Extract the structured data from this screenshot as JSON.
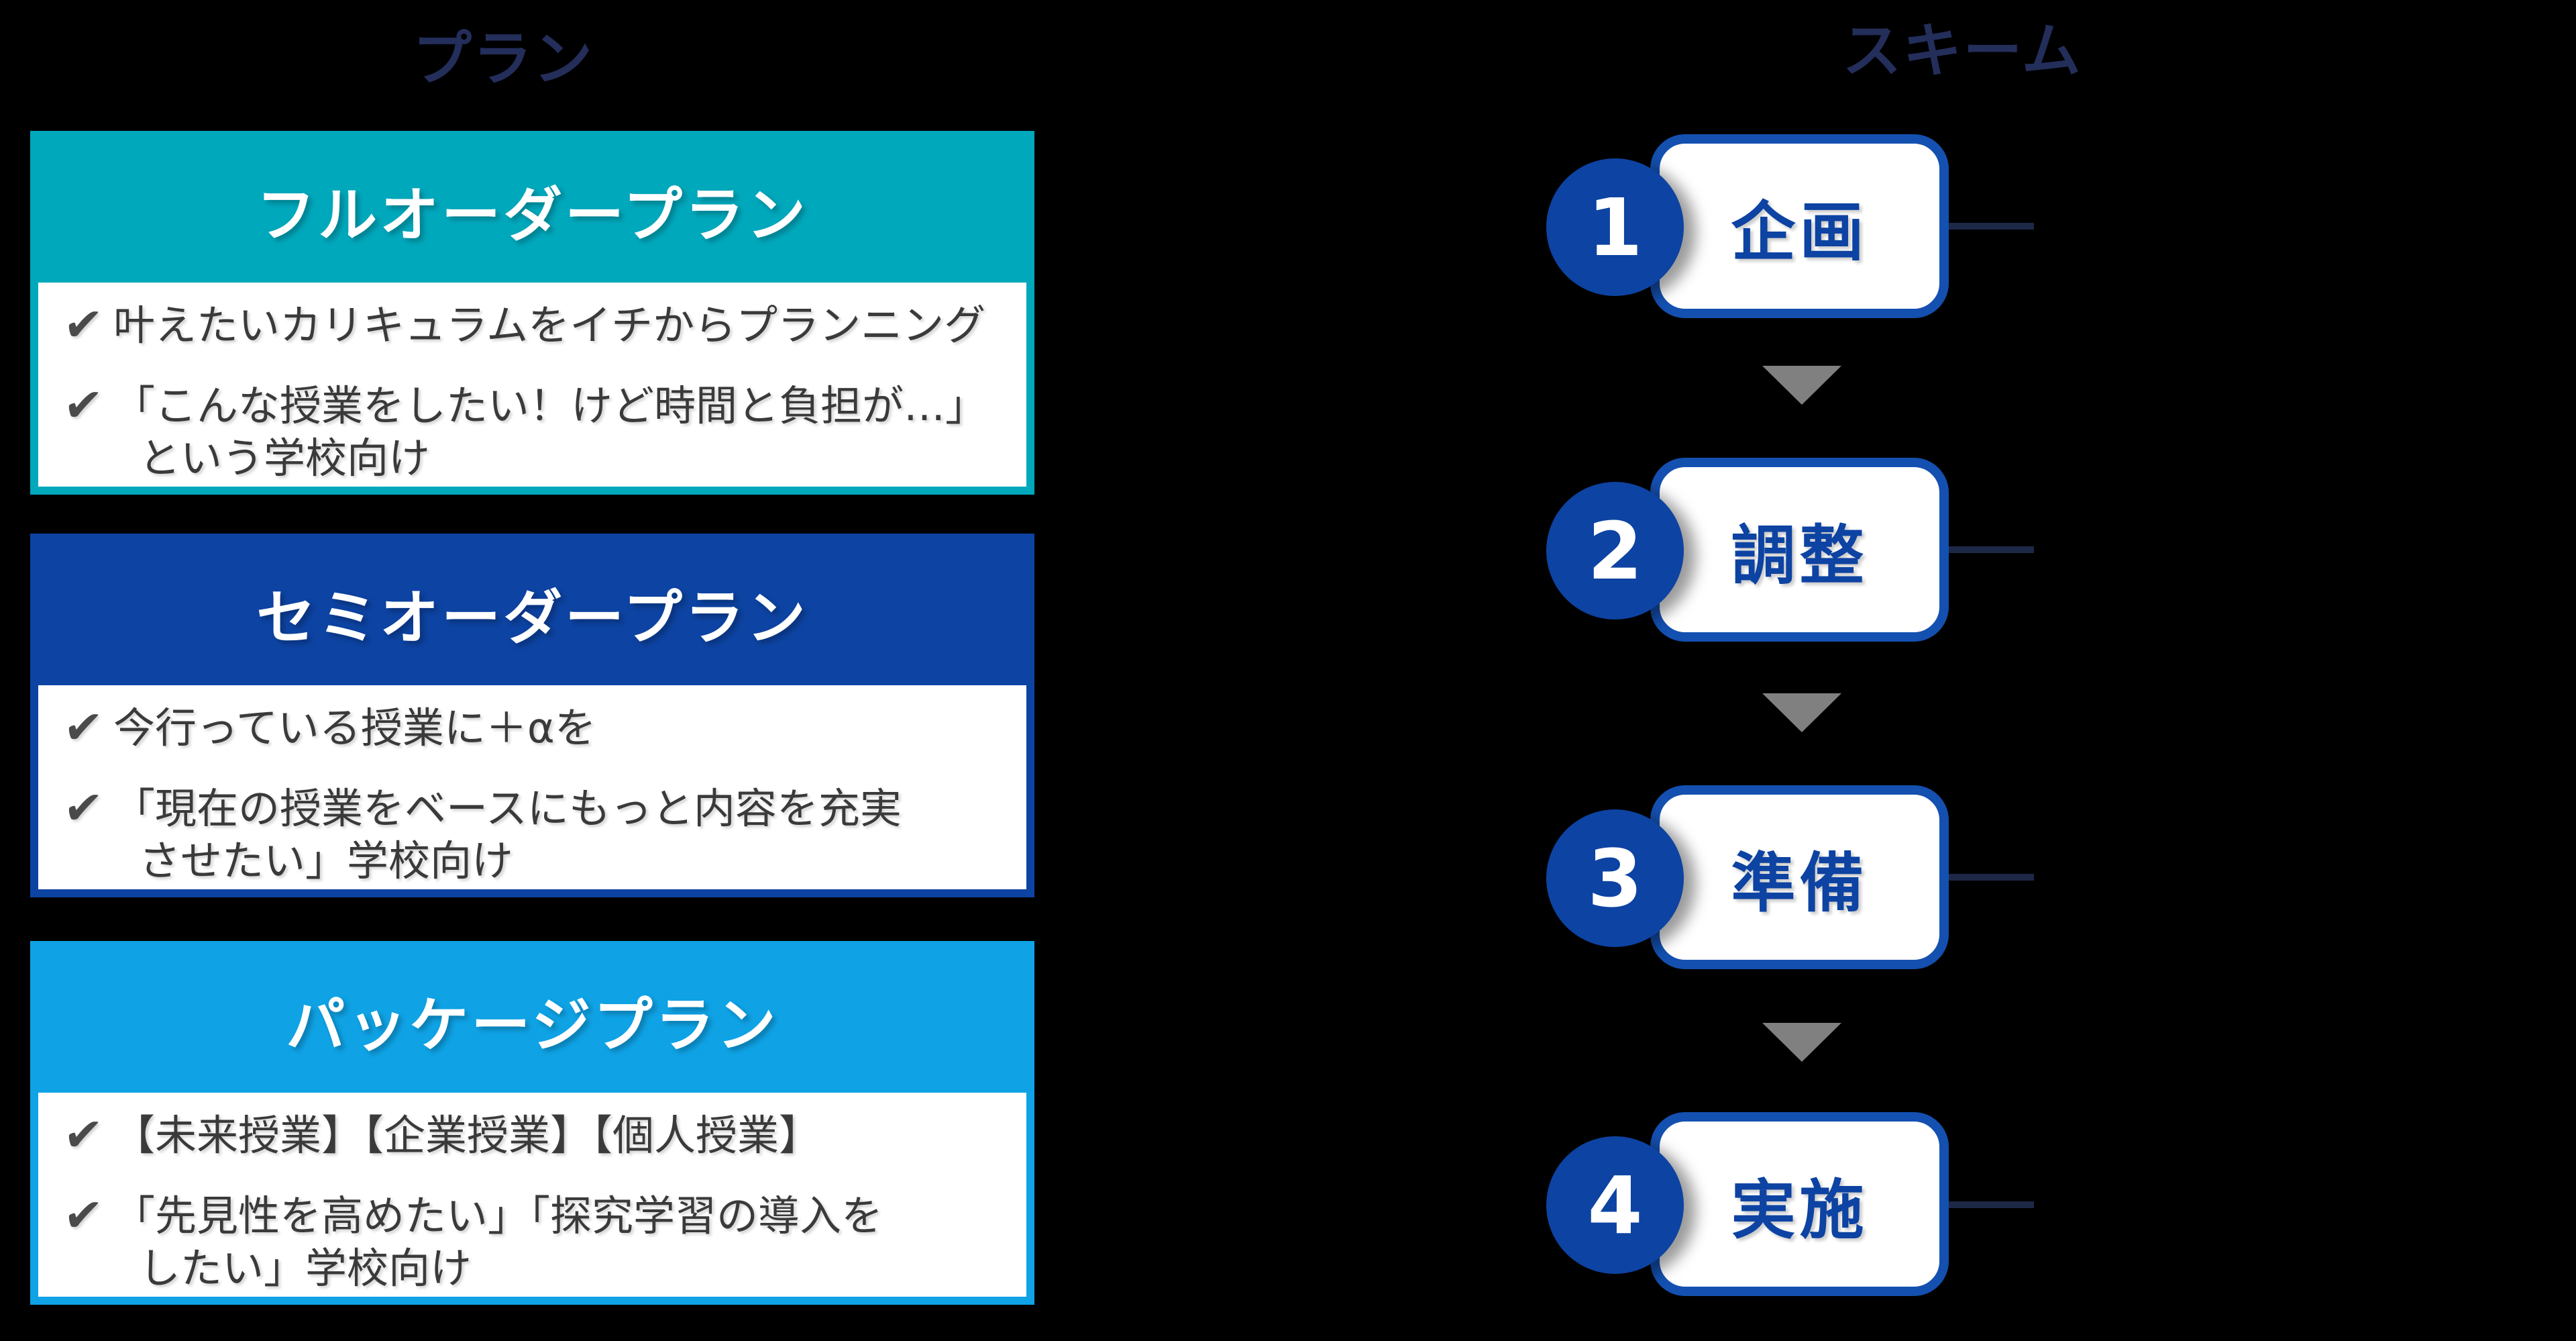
{
  "titles": {
    "left": "プラン",
    "right": "スキーム"
  },
  "icons": {
    "check": "✔"
  },
  "colors": {
    "background": "#000000",
    "title_navy": "#232e5a",
    "plan_full_order_teal": "#00a8bc",
    "plan_semi_order_blue": "#0d43a2",
    "plan_package_lightblue": "#0fa3e6",
    "step_card_border_blue": "#1450b0",
    "step_text_blue": "#0d43a2",
    "step_circle_blue": "#0d43a2",
    "flow_arrow_gray": "#808080",
    "connector_navy": "#1d2847",
    "body_text_gray": "#3a3a3a",
    "check_gray": "#4a4a4a"
  },
  "plans": [
    {
      "header": "フルオーダープラン",
      "accent": "#00a8bc",
      "items": [
        {
          "lines": [
            "叶えたいカリキュラムをイチからプランニング"
          ]
        },
        {
          "lines": [
            "「こんな授業をしたい！けど時間と負担が…」",
            "という学校向け"
          ]
        }
      ]
    },
    {
      "header": "セミオーダープラン",
      "accent": "#0d43a2",
      "items": [
        {
          "lines": [
            "今行っている授業に＋αを"
          ]
        },
        {
          "lines": [
            "「現在の授業をベースにもっと内容を充実",
            "させたい」学校向け"
          ]
        }
      ]
    },
    {
      "header": "パッケージプラン",
      "accent": "#0fa3e6",
      "items": [
        {
          "lines": [
            "【未来授業】【企業授業】【個人授業】"
          ]
        },
        {
          "lines": [
            "「先見性を高めたい」「探究学習の導入を",
            "したい」学校向け"
          ]
        }
      ]
    }
  ],
  "scheme": {
    "steps": [
      {
        "number": "1",
        "label": "企画"
      },
      {
        "number": "2",
        "label": "調整"
      },
      {
        "number": "3",
        "label": "準備"
      },
      {
        "number": "4",
        "label": "実施"
      }
    ]
  }
}
